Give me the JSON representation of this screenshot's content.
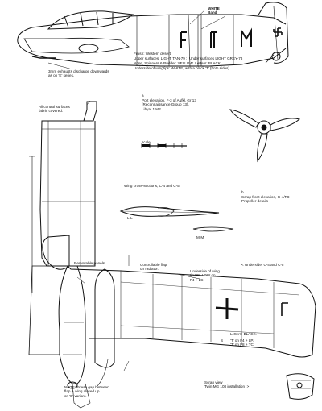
{
  "labels": {
    "white_band": "WHITE\nBand",
    "finish": "Finish: Western desert.",
    "upper_surfaces": "Upper surfaces: LIGHT TAN-79 ;  Under surfaces LIGHT GREY-78",
    "nose_spinners": "Nose, Spinners & Rudder: YELLOW  Letters: BLACK",
    "underside_wingtips": "Underside of wingtips: WHITE, with a black 'T' (both sides)",
    "exhaust_note": "3mm exhausts discharge downwards\nas on 'E' series.",
    "marker_a": "a",
    "port_elevation": "Port elevation, F-3 of Aufkl. Gr 13\n(Reconnaissance Group 13),\nLibya, 1942.",
    "control_surfaces": "All control surfaces\nfabric covered.",
    "scale_label": "scale",
    "wing_cross_sections": "Wing cross-sections, C-4 and C-5",
    "marker_b": "b",
    "scrap_front_elevation": "Scrap front elevation, G-4/R8\nPropeller details",
    "section_l1": "L-L",
    "section_m1": "M-M",
    "removable_panels": "Removable panels",
    "controllable_flap": "Controllable flap\non radiator.",
    "underside_wing_tip": "Underside of wing\ntip YELLOW on\nF4 + LC",
    "underside_note": "< Underside, C-4 and C-5",
    "letters_black": "Letters: BLACK.",
    "letter_t": "'T' on F4 + LP.\n'T' on F8 + TC.",
    "marker_s": "S",
    "note_friese": "NOTE: Friese gap between\nflap & wing closed up\non 'E' variant.",
    "scrap_view": "Scrap view\nTwin MG 108 installation  >"
  },
  "colors": {
    "ink": "#111111",
    "paper": "#ffffff"
  }
}
